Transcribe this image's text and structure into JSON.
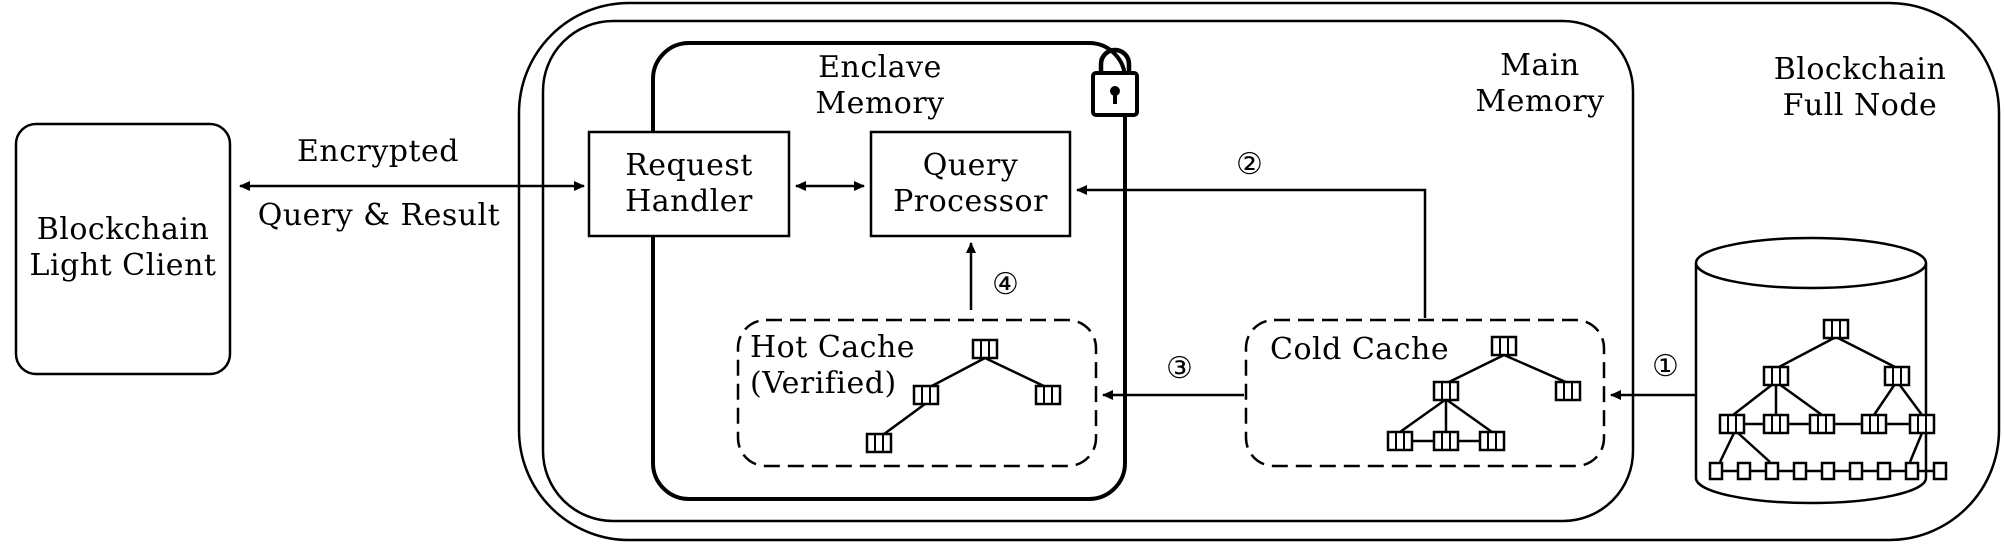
{
  "light_client": {
    "line1": "Blockchain",
    "line2": "Light Client"
  },
  "link": {
    "top": "Encrypted",
    "bottom": "Query & Result"
  },
  "enclave": {
    "line1": "Enclave",
    "line2": "Memory"
  },
  "main_memory": {
    "line1": "Main",
    "line2": "Memory"
  },
  "full_node": {
    "line1": "Blockchain",
    "line2": "Full Node"
  },
  "request_handler": {
    "line1": "Request",
    "line2": "Handler"
  },
  "query_processor": {
    "line1": "Query",
    "line2": "Processor"
  },
  "hot_cache": {
    "line1": "Hot Cache",
    "line2": "(Verified)"
  },
  "cold_cache": {
    "label": "Cold Cache"
  },
  "steps": {
    "s1": "①",
    "s2": "②",
    "s3": "③",
    "s4": "④"
  },
  "icons": {
    "lock": "lock-icon",
    "database": "database-cylinder-icon"
  }
}
